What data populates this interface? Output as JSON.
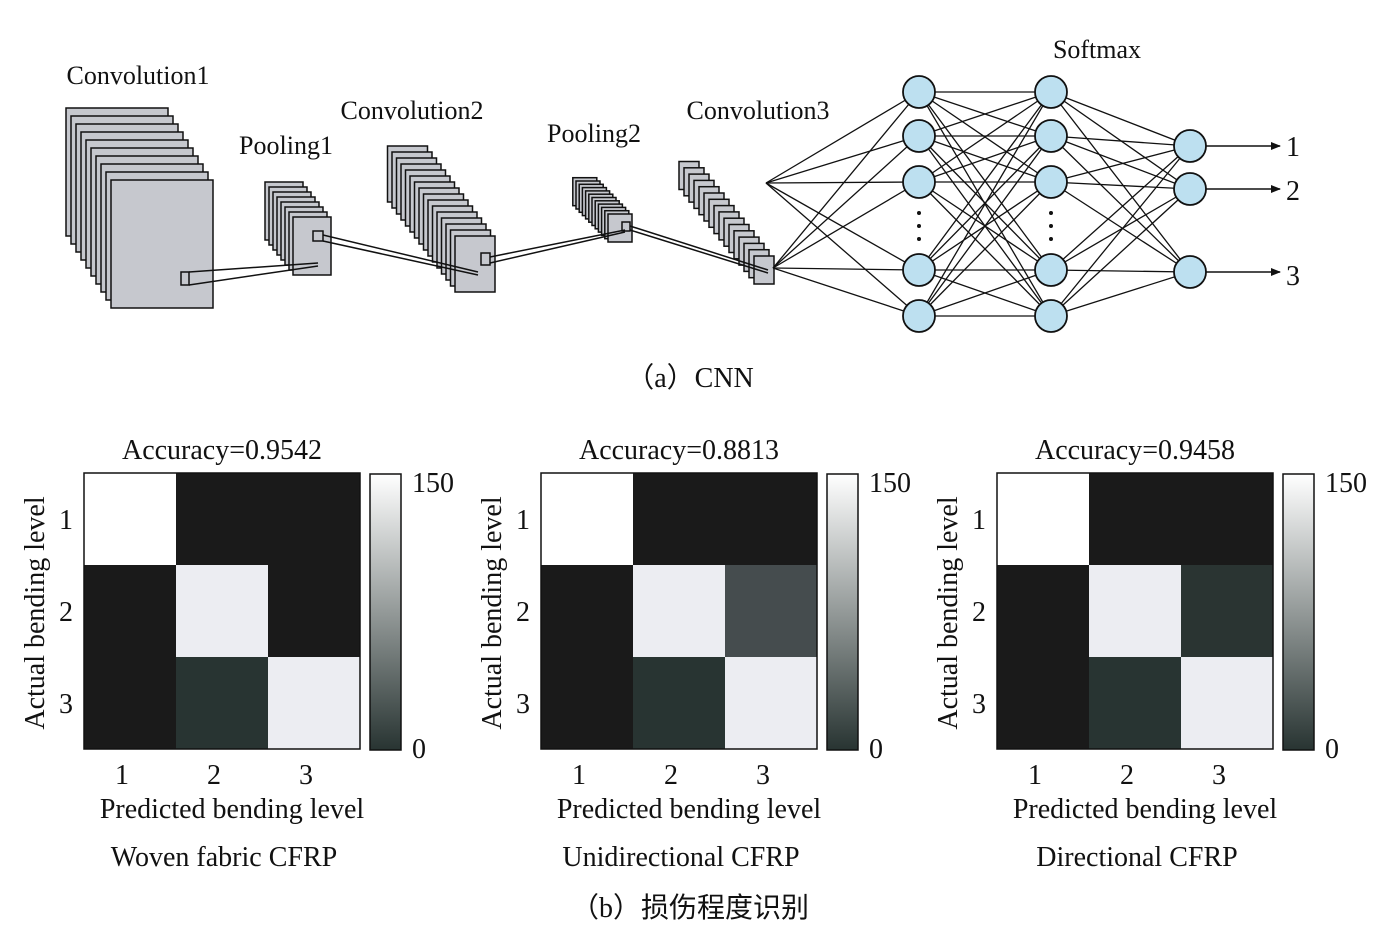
{
  "cnn": {
    "layer_labels": [
      "Convolution1",
      "Pooling1",
      "Convolution2",
      "Pooling2",
      "Convolution3",
      "Softmax"
    ],
    "outputs": [
      "1",
      "2",
      "3"
    ],
    "caption": "（a）CNN",
    "colors": {
      "map_fill": "#c6c8ce",
      "node_fill": "#bde0f0",
      "stroke": "#111111"
    }
  },
  "confusion": {
    "panels": [
      {
        "title": "Accuracy=0.9542",
        "subtitle": "Woven fabric CFRP",
        "cell_colors": [
          [
            "#ffffff",
            "#1a1a1a",
            "#1a1a1a"
          ],
          [
            "#1a1a1a",
            "#ecedf2",
            "#1a1a1a"
          ],
          [
            "#1a1a1a",
            "#283432",
            "#ecedf2"
          ]
        ]
      },
      {
        "title": "Accuracy=0.8813",
        "subtitle": "Unidirectional CFRP",
        "cell_colors": [
          [
            "#ffffff",
            "#1a1a1a",
            "#1a1a1a"
          ],
          [
            "#1a1a1a",
            "#ecedf2",
            "#454c4e"
          ],
          [
            "#1a1a1a",
            "#283432",
            "#ecedf2"
          ]
        ]
      },
      {
        "title": "Accuracy=0.9458",
        "subtitle": "Directional CFRP",
        "cell_colors": [
          [
            "#ffffff",
            "#1a1a1a",
            "#1a1a1a"
          ],
          [
            "#1a1a1a",
            "#ecedf2",
            "#2a3432"
          ],
          [
            "#1a1a1a",
            "#283432",
            "#ecedf2"
          ]
        ]
      }
    ],
    "tick_labels": [
      "1",
      "2",
      "3"
    ],
    "xlabel": "Predicted bending level",
    "ylabel": "Actual bending level",
    "colorbar": {
      "max_label": "150",
      "min_label": "0",
      "top_color": "#ffffff",
      "bottom_color": "#283432"
    },
    "caption": "（b）损伤程度识别"
  }
}
